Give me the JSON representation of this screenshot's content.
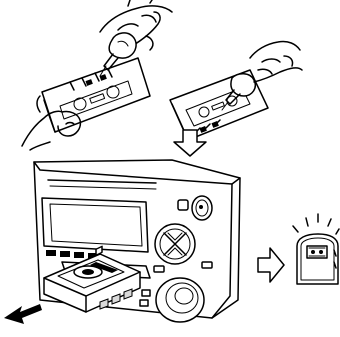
{
  "figure": {
    "steps": [
      {
        "id": "clean",
        "caption": ""
      },
      {
        "id": "insert",
        "caption": ""
      },
      {
        "id": "indicator",
        "caption": ""
      }
    ],
    "colors": {
      "line": "#000000",
      "background": "#ffffff",
      "shade": "#d9d9d9"
    },
    "icons": [
      "hand-icon",
      "cleaning-bottle-icon",
      "cassette-tape-icon",
      "down-arrow-icon",
      "right-arrow-icon",
      "insert-arrow-icon",
      "tape-indicator-icon"
    ]
  }
}
